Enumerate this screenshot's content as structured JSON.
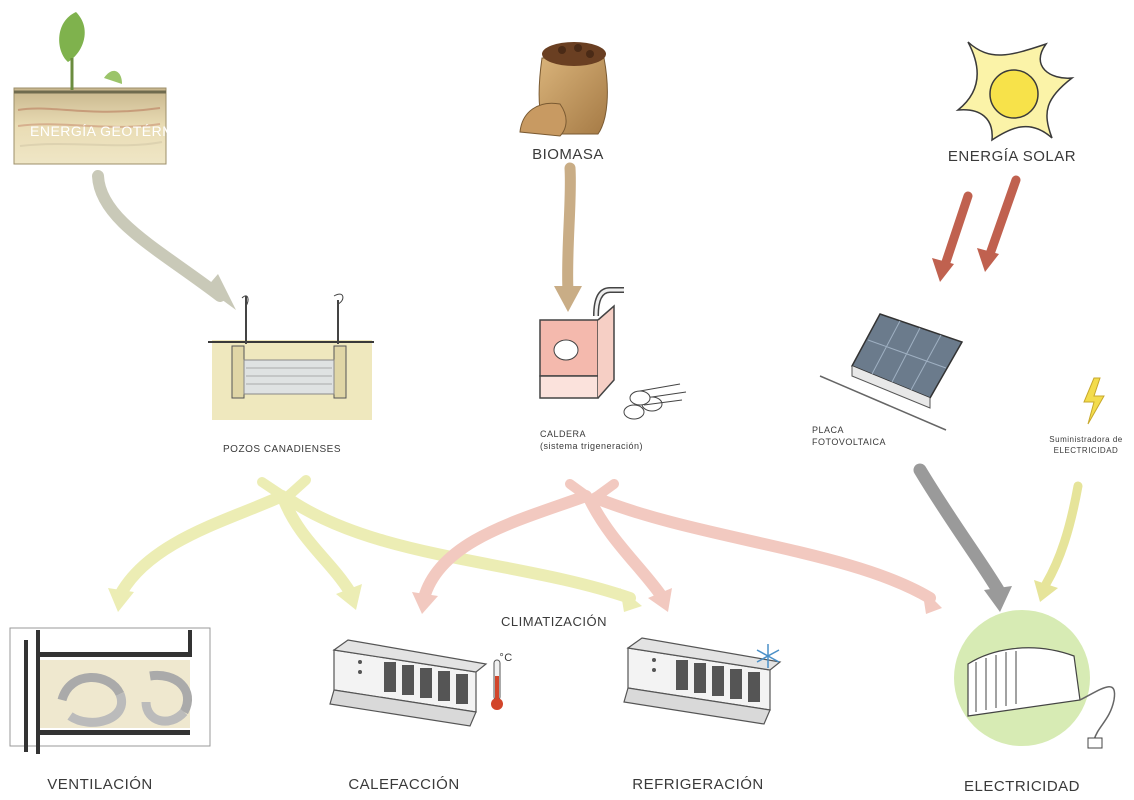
{
  "sources": {
    "geothermal": "ENERGÍA GEOTÉRMICA",
    "biomass": "BIOMASA",
    "solar": "ENERGÍA SOLAR"
  },
  "systems": {
    "canadian_wells": "POZOS CANADIENSES",
    "boiler_line1": "CALDERA",
    "boiler_line2": "(sistema trigeneración)",
    "pv_line1": "PLACA",
    "pv_line2": "FOTOVOLTAICA",
    "grid_line1": "Suministradora de",
    "grid_line2": "ELECTRICIDAD"
  },
  "group_label": "CLIMATIZACIÓN",
  "outputs": {
    "ventilation": "VENTILACIÓN",
    "heating": "CALEFACCIÓN",
    "cooling": "REFRIGERACIÓN",
    "electricity": "ELECTRICIDAD"
  },
  "thermometer_unit": "°C",
  "colors": {
    "arrow_grey": "#c9c9b8",
    "arrow_yellow": "#ecedb4",
    "arrow_pink": "#f2c9c0",
    "arrow_tan": "#c9ad86",
    "arrow_red": "#c0614f",
    "arrow_darkgrey": "#9a9a9a",
    "leaf_green": "#7fb24d",
    "sun_yellow": "#f7e24a",
    "electric_green": "#d7ebb4",
    "soil": "#e8dcae"
  }
}
